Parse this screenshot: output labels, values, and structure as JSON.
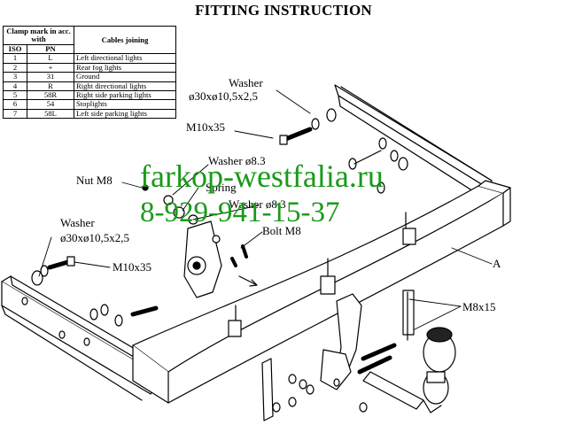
{
  "title": "FITTING INSTRUCTION",
  "table": {
    "header_clamp": "Clamp mark in acc. with",
    "header_iso": "ISO",
    "header_pn": "PN",
    "header_cables": "Cables joining",
    "rows": [
      {
        "iso": "1",
        "pn": "L",
        "cable": "Left directional lights"
      },
      {
        "iso": "2",
        "pn": "+",
        "cable": "Rear fog lights"
      },
      {
        "iso": "3",
        "pn": "31",
        "cable": "Ground"
      },
      {
        "iso": "4",
        "pn": "R",
        "cable": "Right directional lights"
      },
      {
        "iso": "5",
        "pn": "58R",
        "cable": "Right side parking lights"
      },
      {
        "iso": "6",
        "pn": "54",
        "cable": "Stoplights"
      },
      {
        "iso": "7",
        "pn": "58L",
        "cable": "Left side parking lights"
      }
    ]
  },
  "labels": {
    "washer_top": "Washer",
    "washer_top_size": "ø30xø10,5x2,5",
    "m10x35_top": "M10x35",
    "washer_83_a": "Washer ø8.3",
    "nut_m8": "Nut M8",
    "spring": "Spring",
    "washer_83_b": "Washer ø8.3",
    "bolt_m8": "Bolt M8",
    "washer_left": "Washer",
    "washer_left_size": "ø30xø10,5x2,5",
    "m10x35_left": "M10x35",
    "part_a": "A",
    "m8x15": "M8x15"
  },
  "watermark": {
    "site": "farkop-westfalia.ru",
    "phone": "8-929-941-15-37"
  },
  "colors": {
    "watermark": "#1a9a1a",
    "line": "#000000"
  }
}
